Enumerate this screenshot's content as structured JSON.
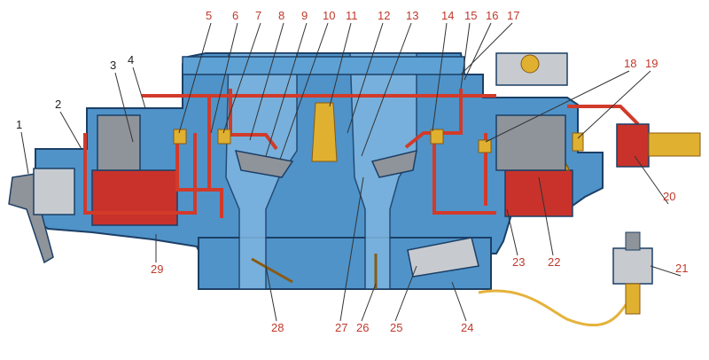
{
  "colors": {
    "body_blue": "#4f93c9",
    "body_blue_light": "#7fb6e0",
    "body_outline": "#1c3f66",
    "fuel_red": "#c8322b",
    "channel_red": "#d23a2a",
    "brass": "#e0b030",
    "gray": "#8f949a",
    "gray_light": "#c7cbd0",
    "wire": "#e5b23a",
    "label_dark": "#222222",
    "label_red": "#c0392b"
  },
  "labels": {
    "top": [
      "1",
      "2",
      "3",
      "4",
      "5",
      "6",
      "7",
      "8",
      "9",
      "10",
      "11",
      "12",
      "13",
      "14",
      "15",
      "16",
      "17",
      "18",
      "19"
    ],
    "right": [
      "20",
      "21"
    ],
    "bottom": [
      "22",
      "23",
      "24",
      "25",
      "26",
      "27",
      "28",
      "29"
    ]
  }
}
